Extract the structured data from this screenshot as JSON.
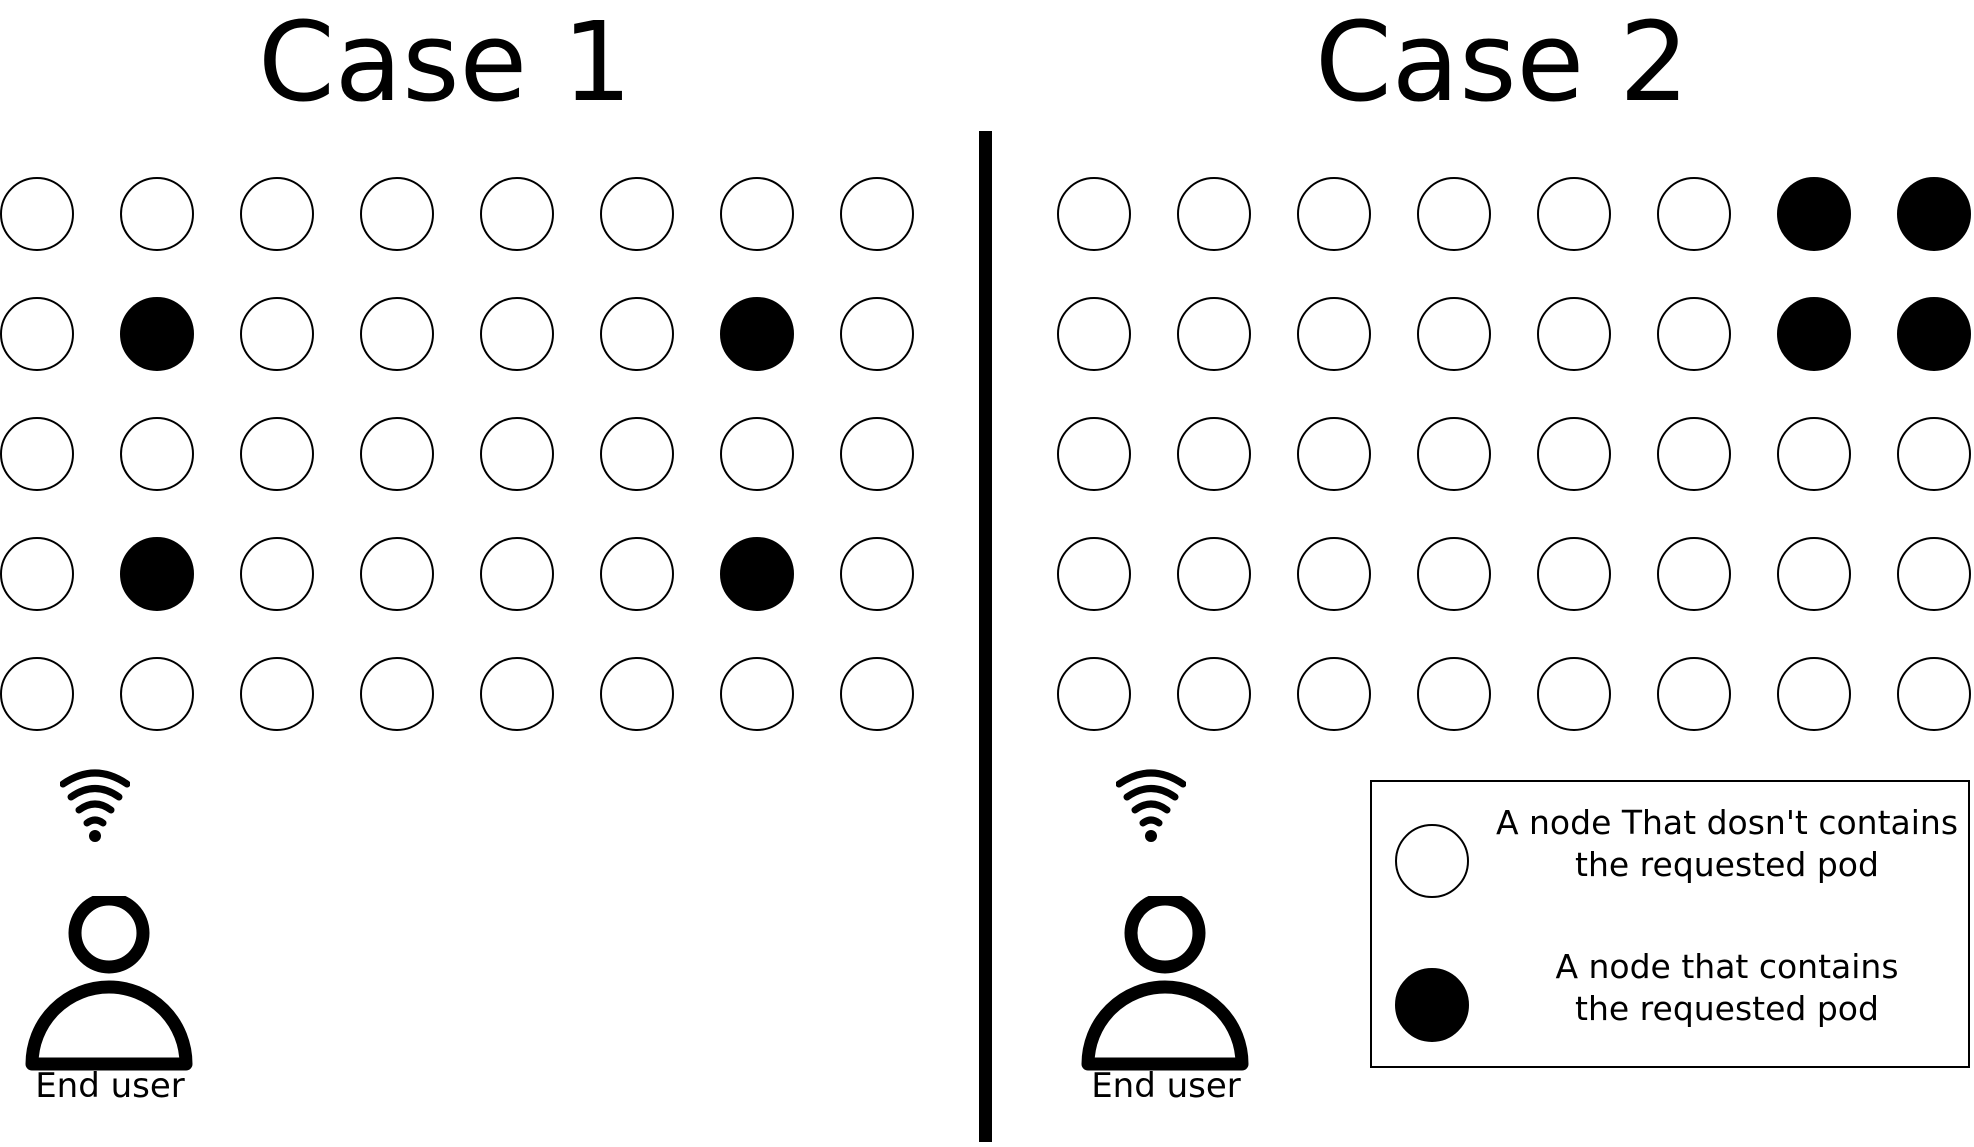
{
  "case1": {
    "title": "Case 1",
    "rows": [
      [
        0,
        0,
        0,
        0,
        0,
        0,
        0,
        0
      ],
      [
        0,
        1,
        0,
        0,
        0,
        0,
        1,
        0
      ],
      [
        0,
        0,
        0,
        0,
        0,
        0,
        0,
        0
      ],
      [
        0,
        1,
        0,
        0,
        0,
        0,
        1,
        0
      ],
      [
        0,
        0,
        0,
        0,
        0,
        0,
        0,
        0
      ]
    ],
    "user_label": "End user"
  },
  "case2": {
    "title": "Case 2",
    "rows": [
      [
        0,
        0,
        0,
        0,
        0,
        0,
        1,
        1
      ],
      [
        0,
        0,
        0,
        0,
        0,
        0,
        1,
        1
      ],
      [
        0,
        0,
        0,
        0,
        0,
        0,
        0,
        0
      ],
      [
        0,
        0,
        0,
        0,
        0,
        0,
        0,
        0
      ],
      [
        0,
        0,
        0,
        0,
        0,
        0,
        0,
        0
      ]
    ],
    "user_label": "End user"
  },
  "legend": {
    "empty_label": "A node That dosn't contains\nthe requested pod",
    "filled_label": "A node that contains\nthe requested pod"
  },
  "icons": {
    "signal": "wifi-signal-icon",
    "user": "person-icon"
  },
  "colors": {
    "filled_node": "#000000",
    "empty_node": "#ffffff"
  }
}
